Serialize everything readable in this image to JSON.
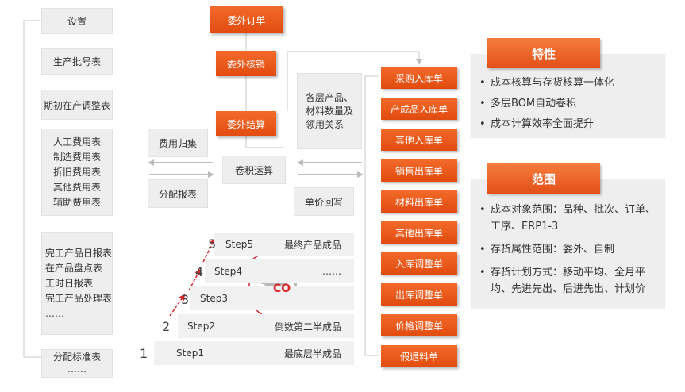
{
  "left_column": {
    "settings": "设置",
    "batch_table": "生产批号表",
    "initial_wip": "期初在产调整表",
    "expense_tables": [
      "人工费用表",
      "制造费用表",
      "折旧费用表",
      "其他费用表",
      "辅助费用表"
    ],
    "daily_reports": [
      "完工产品日报表",
      "在产品盘点表",
      "工时日报表",
      "完工产品处理表",
      "……"
    ],
    "allocation_std": [
      "分配标准表",
      "……"
    ]
  },
  "outsourcing": {
    "order": "委外订单",
    "writeoff": "委外核销",
    "settlement": "委外结算"
  },
  "center": {
    "cost_attribution": "费用归集",
    "allocation_report": "分配报表",
    "rollup": "卷积运算",
    "unit_price_writeback": "单价回写",
    "multilevel": [
      "各层产品、",
      "材料数量及",
      "领用关系"
    ]
  },
  "documents": [
    "采购入库单",
    "产成品入库单",
    "其他入库单",
    "销售出库单",
    "材料出库单",
    "其他出库单",
    "入库调整单",
    "出库调整单",
    "价格调整单",
    "假退料单"
  ],
  "steps": [
    {
      "num": "1",
      "label": "Step1",
      "result": "最底层半成品"
    },
    {
      "num": "2",
      "label": "Step2",
      "result": "倒数第二半成品"
    },
    {
      "num": "3",
      "label": "Step3",
      "result": ""
    },
    {
      "num": "4",
      "label": "Step4",
      "result": "……"
    },
    {
      "num": "5",
      "label": "Step5",
      "result": "最终产品成品"
    }
  ],
  "gear_text": "CO",
  "features": {
    "title": "特性",
    "items": [
      "成本核算与存货核算一体化",
      "多层BOM自动卷积",
      "成本计算效率全面提升"
    ]
  },
  "scope": {
    "title": "范围",
    "items": [
      "成本对象范围：品种、批次、订单、工序、ERP1-3",
      "存货属性范围：委外、自制",
      "存货计划方式：移动平均、全月平均、先进先出、后进先出、计划价"
    ]
  },
  "colors": {
    "accent": "#e8531a",
    "box_gray": "#eeeeee",
    "arrow_red": "#d9262c",
    "connector": "#bbbbbb"
  }
}
